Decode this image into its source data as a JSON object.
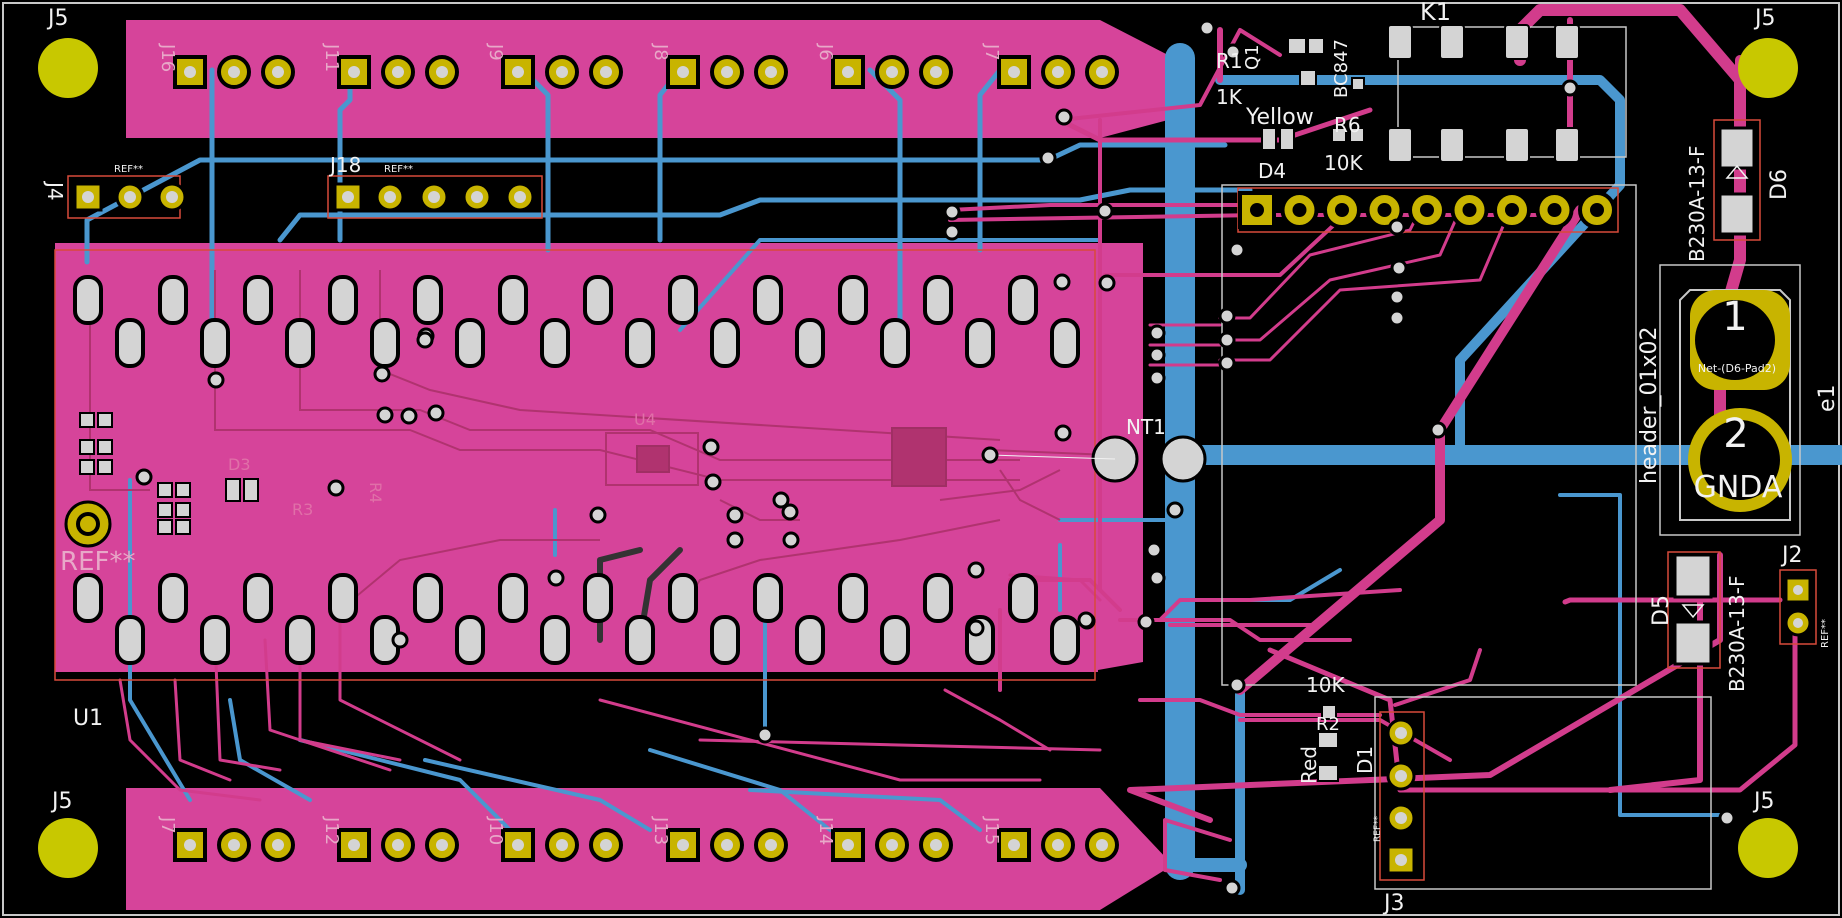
{
  "colors": {
    "background": "#000000",
    "top_copper": "#d23c8c",
    "top_fill": "#d6449a",
    "bottom_copper": "#4a97cf",
    "pad": "#c8b400",
    "pad_ring": "#d7d7d7",
    "drill": "#d4d4d4",
    "silk": "#f2f2f2",
    "outline": "#c8c8c8"
  },
  "mounting_holes": [
    "J5",
    "J5",
    "J5",
    "J5"
  ],
  "connector_labels_top": [
    "J16",
    "J11",
    "J9",
    "J8",
    "J6",
    "J7"
  ],
  "connector_labels_bottom": [
    "J7",
    "J12",
    "J10",
    "J13",
    "J14",
    "J15"
  ],
  "labels": {
    "j4": "J4",
    "j18": "J18",
    "ref": "REF**",
    "ref_large": "REF**",
    "u1": "U1",
    "u4": "U4",
    "k1": "K1",
    "r1": "R1",
    "r1_value": "1K",
    "q1": "Q1",
    "bc847": "BC847",
    "led_yellow": "Yellow",
    "r6": "R6",
    "r6_value": "10K",
    "d4": "D4",
    "d6": "D6",
    "b230_top": "B230A-13-F",
    "b230_bottom": "B230A-13-F",
    "d5": "D5",
    "j2": "J2",
    "j3": "J3",
    "r2_value": "10K",
    "r2": "R2",
    "led_red": "Red",
    "d1": "D1",
    "nt1": "NT1",
    "header": "header_01x02",
    "e1": "e1",
    "terminal_1": "1",
    "terminal_2": "2",
    "net_d6": "Net-(D6-Pad2)",
    "gnda": "GNDA",
    "r3": "R3",
    "r4": "R4",
    "d3": "D3"
  }
}
